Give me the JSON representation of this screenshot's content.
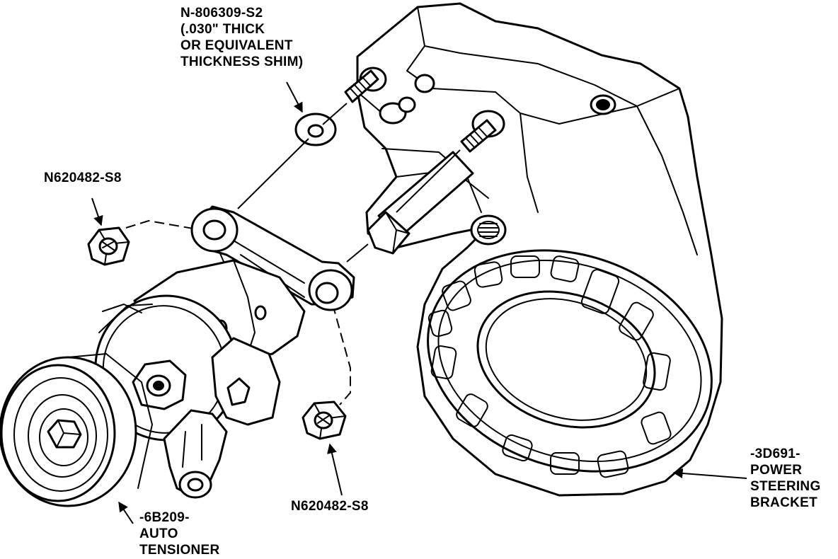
{
  "labels": {
    "shim": {
      "part": "N-806309-S2",
      "line1": "(.030\" THICK",
      "line2": "OR EQUIVALENT",
      "line3": "THICKNESS SHIM)"
    },
    "nut_upper": {
      "part": "N620482-S8"
    },
    "nut_lower": {
      "part": "N620482-S8"
    },
    "tensioner": {
      "part": "-6B209-",
      "line1": "AUTO",
      "line2": "TENSIONER"
    },
    "bracket": {
      "part": "-3D691-",
      "line1": "POWER",
      "line2": "STEERING",
      "line3": "BRACKET"
    }
  },
  "colors": {
    "ink": "#000000",
    "paper": "#ffffff"
  },
  "icons": {
    "arrow": "leader-arrow",
    "nut": "hex-flange-nut",
    "shim": "washer-shim"
  }
}
